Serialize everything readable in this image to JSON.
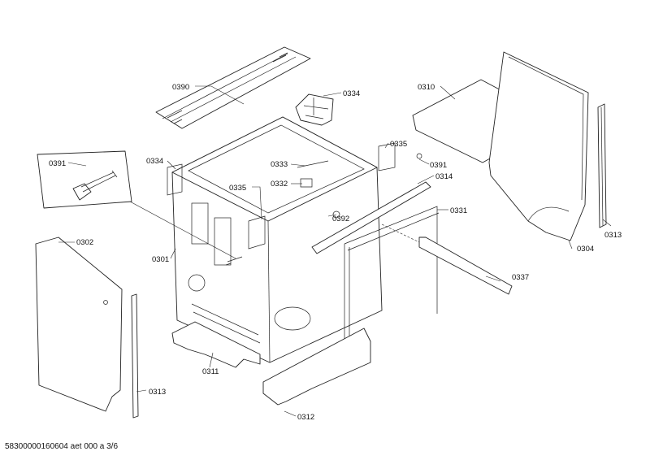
{
  "diagram": {
    "labels": [
      {
        "id": "0390",
        "text": "0390"
      },
      {
        "id": "0334a",
        "text": "0334"
      },
      {
        "id": "0310",
        "text": "0310"
      },
      {
        "id": "0391a",
        "text": "0391"
      },
      {
        "id": "0334b",
        "text": "0334"
      },
      {
        "id": "0333",
        "text": "0333"
      },
      {
        "id": "0335a",
        "text": "0335"
      },
      {
        "id": "0391b",
        "text": "0391"
      },
      {
        "id": "0332",
        "text": "0332"
      },
      {
        "id": "0314",
        "text": "0314"
      },
      {
        "id": "0335b",
        "text": "0335"
      },
      {
        "id": "0392",
        "text": "0392"
      },
      {
        "id": "0331",
        "text": "0331"
      },
      {
        "id": "0313a",
        "text": "0313"
      },
      {
        "id": "0302",
        "text": "0302"
      },
      {
        "id": "0301",
        "text": "0301"
      },
      {
        "id": "0304",
        "text": "0304"
      },
      {
        "id": "0337",
        "text": "0337"
      },
      {
        "id": "0311",
        "text": "0311"
      },
      {
        "id": "0313b",
        "text": "0313"
      },
      {
        "id": "0312",
        "text": "0312"
      }
    ]
  },
  "footer": {
    "text": "58300000160604 aet 000 a 3/6"
  }
}
